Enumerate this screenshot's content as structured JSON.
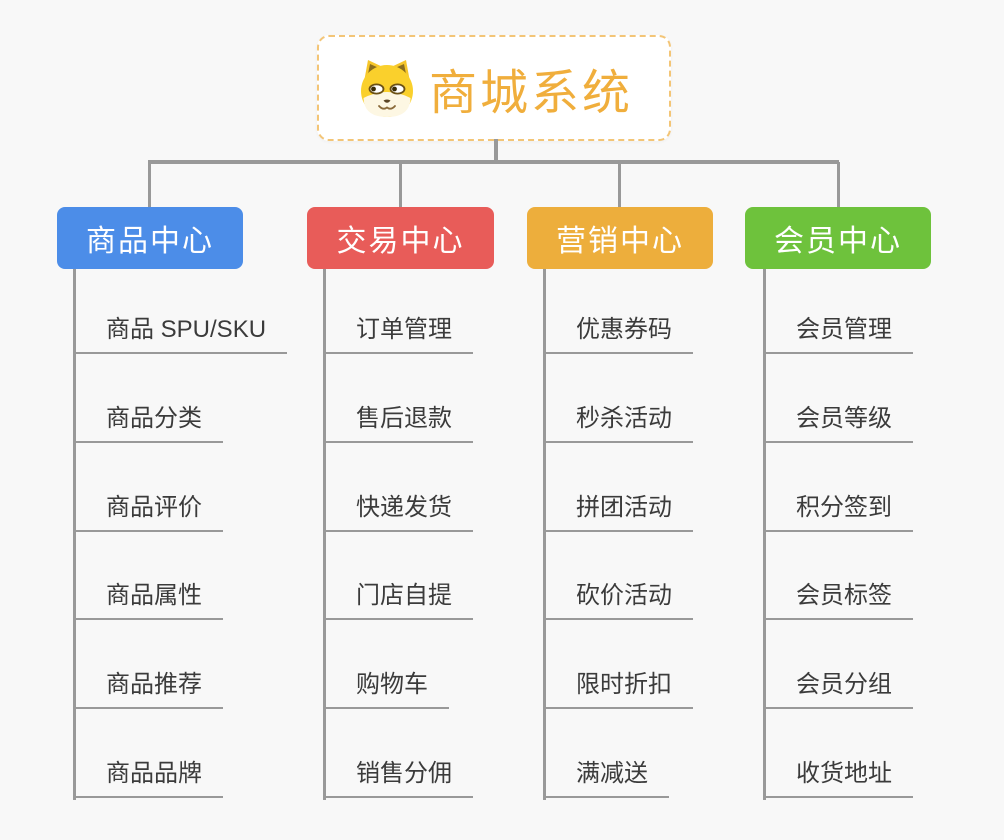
{
  "page": {
    "background_color": "#f8f8f8",
    "connector_color": "#999999"
  },
  "root": {
    "title": "商城系统",
    "icon": "dog-face-icon",
    "title_color": "#f0ae3c",
    "border_color": "#f3c577"
  },
  "branches": [
    {
      "label": "商品中心",
      "color": "#4c8de8",
      "children": [
        "商品 SPU/SKU",
        "商品分类",
        "商品评价",
        "商品属性",
        "商品推荐",
        "商品品牌"
      ]
    },
    {
      "label": "交易中心",
      "color": "#e85c59",
      "children": [
        "订单管理",
        "售后退款",
        "快递发货",
        "门店自提",
        "购物车",
        "销售分佣"
      ]
    },
    {
      "label": "营销中心",
      "color": "#edae3c",
      "children": [
        "优惠券码",
        "秒杀活动",
        "拼团活动",
        "砍价活动",
        "限时折扣",
        "满减送"
      ]
    },
    {
      "label": "会员中心",
      "color": "#6ec23c",
      "children": [
        "会员管理",
        "会员等级",
        "积分签到",
        "会员标签",
        "会员分组",
        "收货地址"
      ]
    }
  ]
}
